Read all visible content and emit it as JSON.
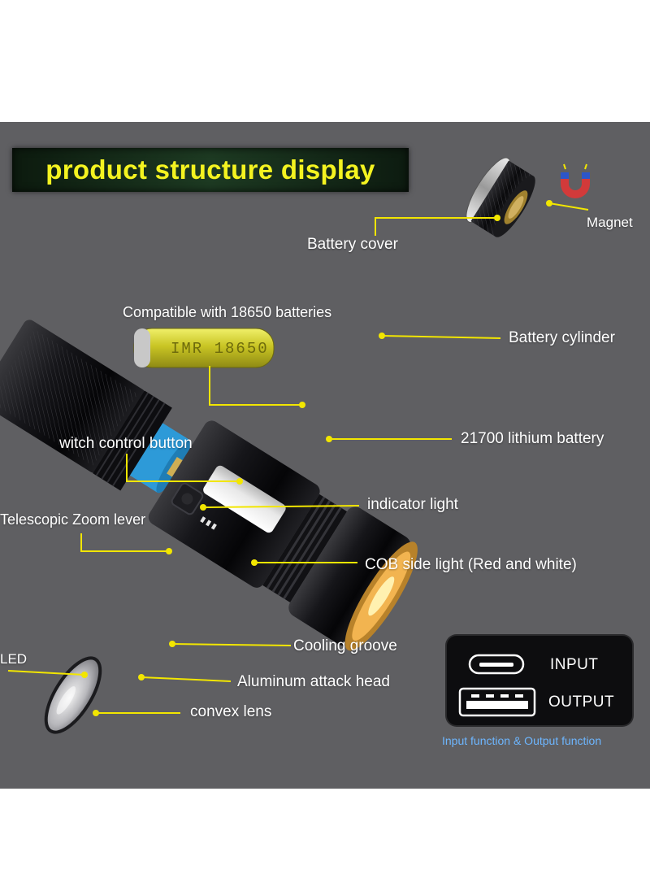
{
  "title": "product structure display",
  "labels": {
    "magnet": "Magnet",
    "battery_cover": "Battery cover",
    "compatible": "Compatible with 18650 batteries",
    "battery_cylinder": "Battery cylinder",
    "lithium_battery": "21700 lithium battery",
    "switch_button": "witch control button",
    "indicator_light": "indicator light",
    "zoom_lever": "Telescopic Zoom lever",
    "cob_light": "COB side light (Red and white)",
    "led": "LED",
    "cooling_groove": "Cooling groove",
    "attack_head": "Aluminum attack head",
    "convex_lens": "convex lens"
  },
  "battery_print": "IMR 18650",
  "ports": {
    "input": "INPUT",
    "output": "OUTPUT",
    "caption": "Input function & Output function"
  },
  "colors": {
    "background": "#5f5f62",
    "title_text": "#f4f320",
    "callout": "#f2e600",
    "caption": "#6db6ff",
    "battery_blue": "#2d9ad8"
  },
  "icons": [
    "magnet-icon",
    "usb-c-port-icon",
    "usb-a-port-icon"
  ]
}
